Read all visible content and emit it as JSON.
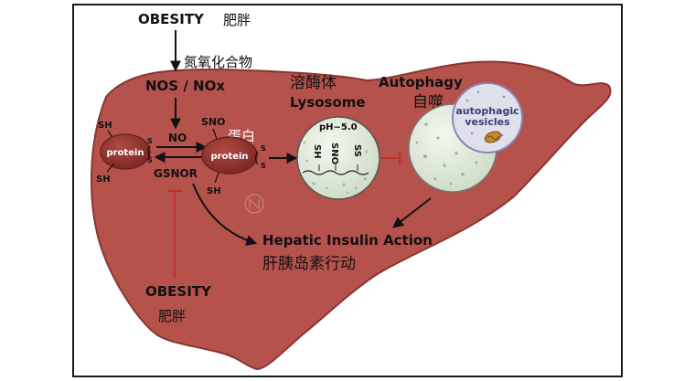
{
  "colors": {
    "liver": "#b5524c",
    "liver_edge": "#8a3530",
    "protein_fill": "#8e2f2b",
    "vesicle_fill": "#e6eedf",
    "autophagic_fill": "#dfe0ec",
    "inhibit": "#c0302a",
    "text": "#111111"
  },
  "labels": {
    "obesity_top": "OBESITY",
    "obesity_top_cn": "肥胖",
    "nitrogen_cn": "氮氧化合物",
    "nos": "NOS / NOx",
    "no": "NO",
    "gsnor": "GSNOR",
    "sh_top_left": "SH",
    "sh_bottom_left": "SH",
    "sno": "SNO",
    "sh_right": "SH",
    "s_a": "S",
    "s_b": "S",
    "s_c": "S",
    "s_d": "S",
    "protein_left": "protein",
    "protein_right": "protein",
    "protein_cn": "蛋白",
    "lysosome_cn": "溶酶体",
    "lysosome": "Lysosome",
    "ph": "pH~5.0",
    "lyso_sh": "SH",
    "lyso_sno": "SNO",
    "lyso_ss": "SS",
    "autophagy": "Autophagy",
    "autophagy_cn": "自噬",
    "autophagic_vesicles_1": "autophagic",
    "autophagic_vesicles_2": "vesicles",
    "hepatic": "Hepatic Insulin Action",
    "hepatic_cn": "肝胰岛素行动",
    "obesity_bottom": "OBESITY",
    "obesity_bottom_cn": "肥胖"
  },
  "icons": {
    "watermark": "watermark-logo-icon"
  }
}
